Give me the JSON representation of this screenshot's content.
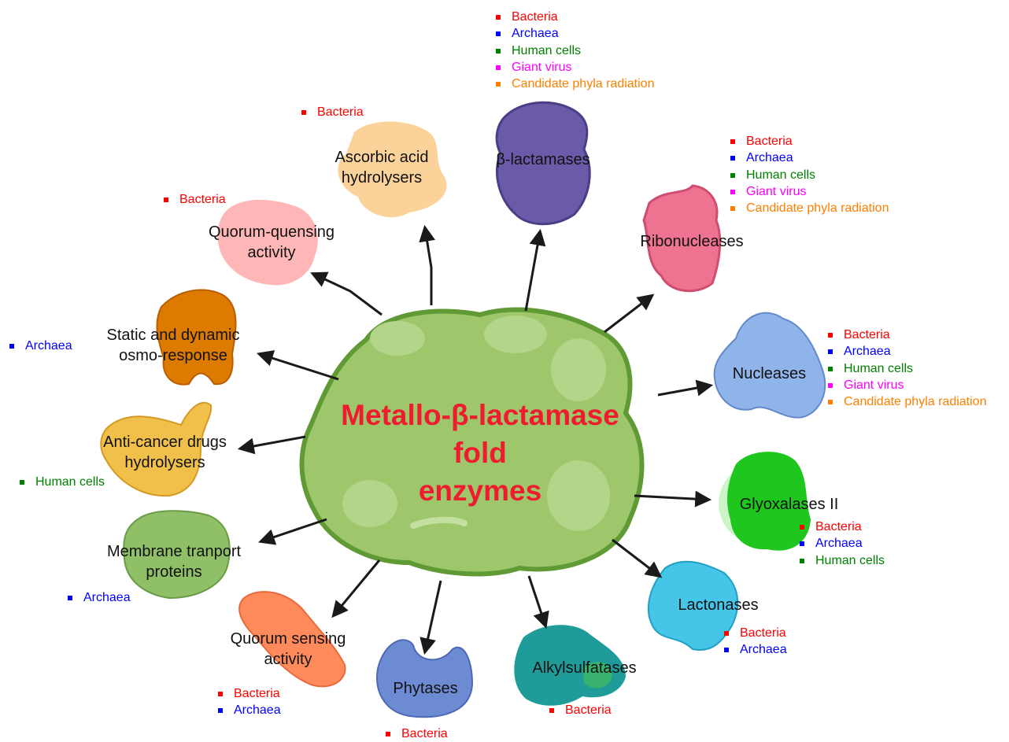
{
  "center": {
    "lines": [
      "Metallo-β-lactamase",
      "fold",
      "enzymes"
    ]
  },
  "colors": {
    "bacteria": "#ff0000",
    "archaea": "#0000ff",
    "human_cells": "#008000",
    "giant_virus": "#ff00ff",
    "cpr": "#ff7f00",
    "center_title": "#ee1c2e",
    "hub": "#9dc76a"
  },
  "enzymes": {
    "ascorbic": {
      "label": [
        "Ascorbic acid",
        "hydrolysers"
      ],
      "origins": [
        "Bacteria"
      ]
    },
    "beta_lactamases": {
      "label": [
        "β-lactamases"
      ],
      "origins": [
        "Bacteria",
        "Archaea",
        "Human cells",
        "Giant virus",
        "Candidate phyla radiation"
      ]
    },
    "ribonucleases": {
      "label": [
        "Ribonucleases"
      ],
      "origins": [
        "Bacteria",
        "Archaea",
        "Human cells",
        "Giant virus",
        "Candidate phyla radiation"
      ]
    },
    "nucleases": {
      "label": [
        "Nucleases"
      ],
      "origins": [
        "Bacteria",
        "Archaea",
        "Human cells",
        "Giant virus",
        "Candidate phyla radiation"
      ]
    },
    "glyoxalases": {
      "label": [
        "Glyoxalases II"
      ],
      "origins": [
        "Bacteria",
        "Archaea",
        "Human cells"
      ]
    },
    "lactonases": {
      "label": [
        "Lactonases"
      ],
      "origins": [
        "Bacteria",
        "Archaea"
      ]
    },
    "alkylsulfatases": {
      "label": [
        "Alkylsulfatases"
      ],
      "origins": [
        "Bacteria"
      ]
    },
    "phytases": {
      "label": [
        "Phytases"
      ],
      "origins": [
        "Bacteria"
      ]
    },
    "quorum_sensing": {
      "label": [
        "Quorum sensing",
        "activity"
      ],
      "origins": [
        "Bacteria",
        "Archaea"
      ]
    },
    "membrane": {
      "label": [
        "Membrane tranport",
        "proteins"
      ],
      "origins": [
        "Archaea"
      ]
    },
    "anticancer": {
      "label": [
        "Anti-cancer drugs",
        "hydrolysers"
      ],
      "origins": [
        "Human cells"
      ]
    },
    "osmo": {
      "label": [
        "Static and dynamic",
        "osmo-response"
      ],
      "origins": [
        "Archaea"
      ]
    },
    "quorum_quensing": {
      "label": [
        "Quorum-quensing",
        "activity"
      ],
      "origins": [
        "Bacteria"
      ]
    }
  }
}
